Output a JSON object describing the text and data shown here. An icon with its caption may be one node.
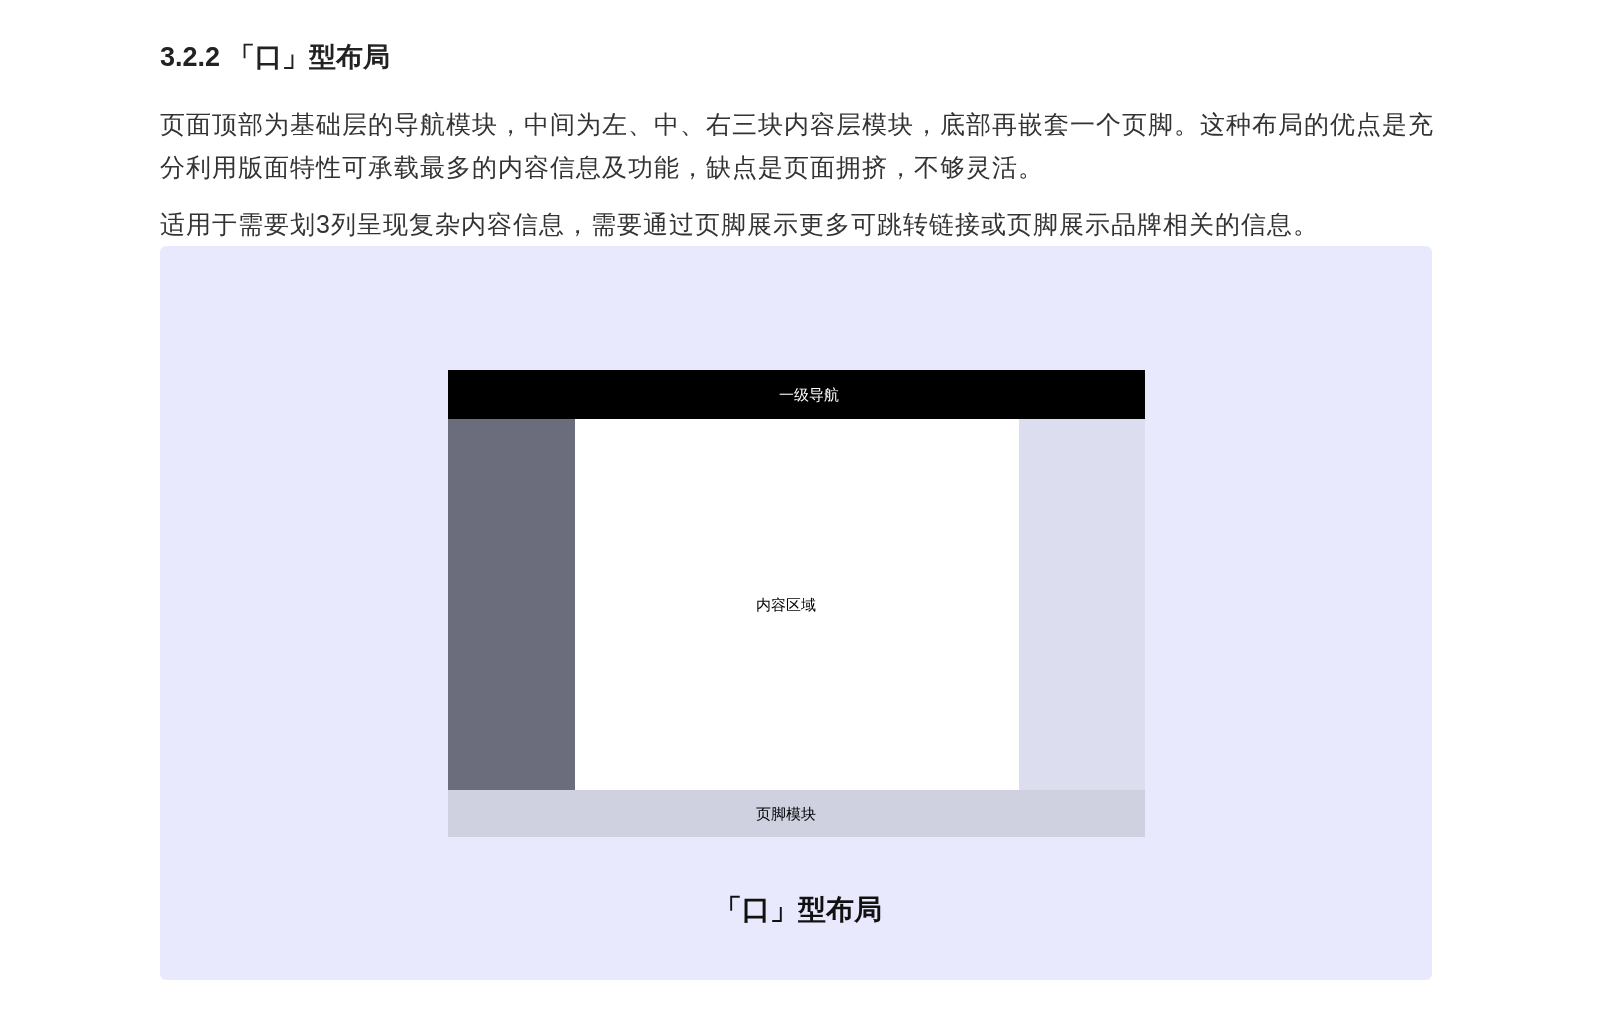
{
  "diagram": {
    "title": "3.2.2 「口」型布局",
    "caption": "「口」型布局",
    "nodes": [
      {
        "text": [
          "一级导航"
        ]
      },
      {
        "text": [],
        "shape": "box"
      },
      {
        "text": [
          "内容区域"
        ]
      },
      {
        "text": [],
        "shape": "box"
      },
      {
        "text": [
          "页脚模块"
        ]
      }
    ],
    "labels": [
      "页面顶部为基础层的导航模块，中间为左、中、右三块内容层模块，底部再嵌套一个页脚。这种布局的优点是充分利用版面特性可承载最多的内容信息及功能，缺点是页面拥挤，不够灵活。",
      "适用于需要划3列呈现复杂内容信息，需要通过页脚展示更多可跳转链接或页脚展示品牌相关的信息。"
    ]
  }
}
